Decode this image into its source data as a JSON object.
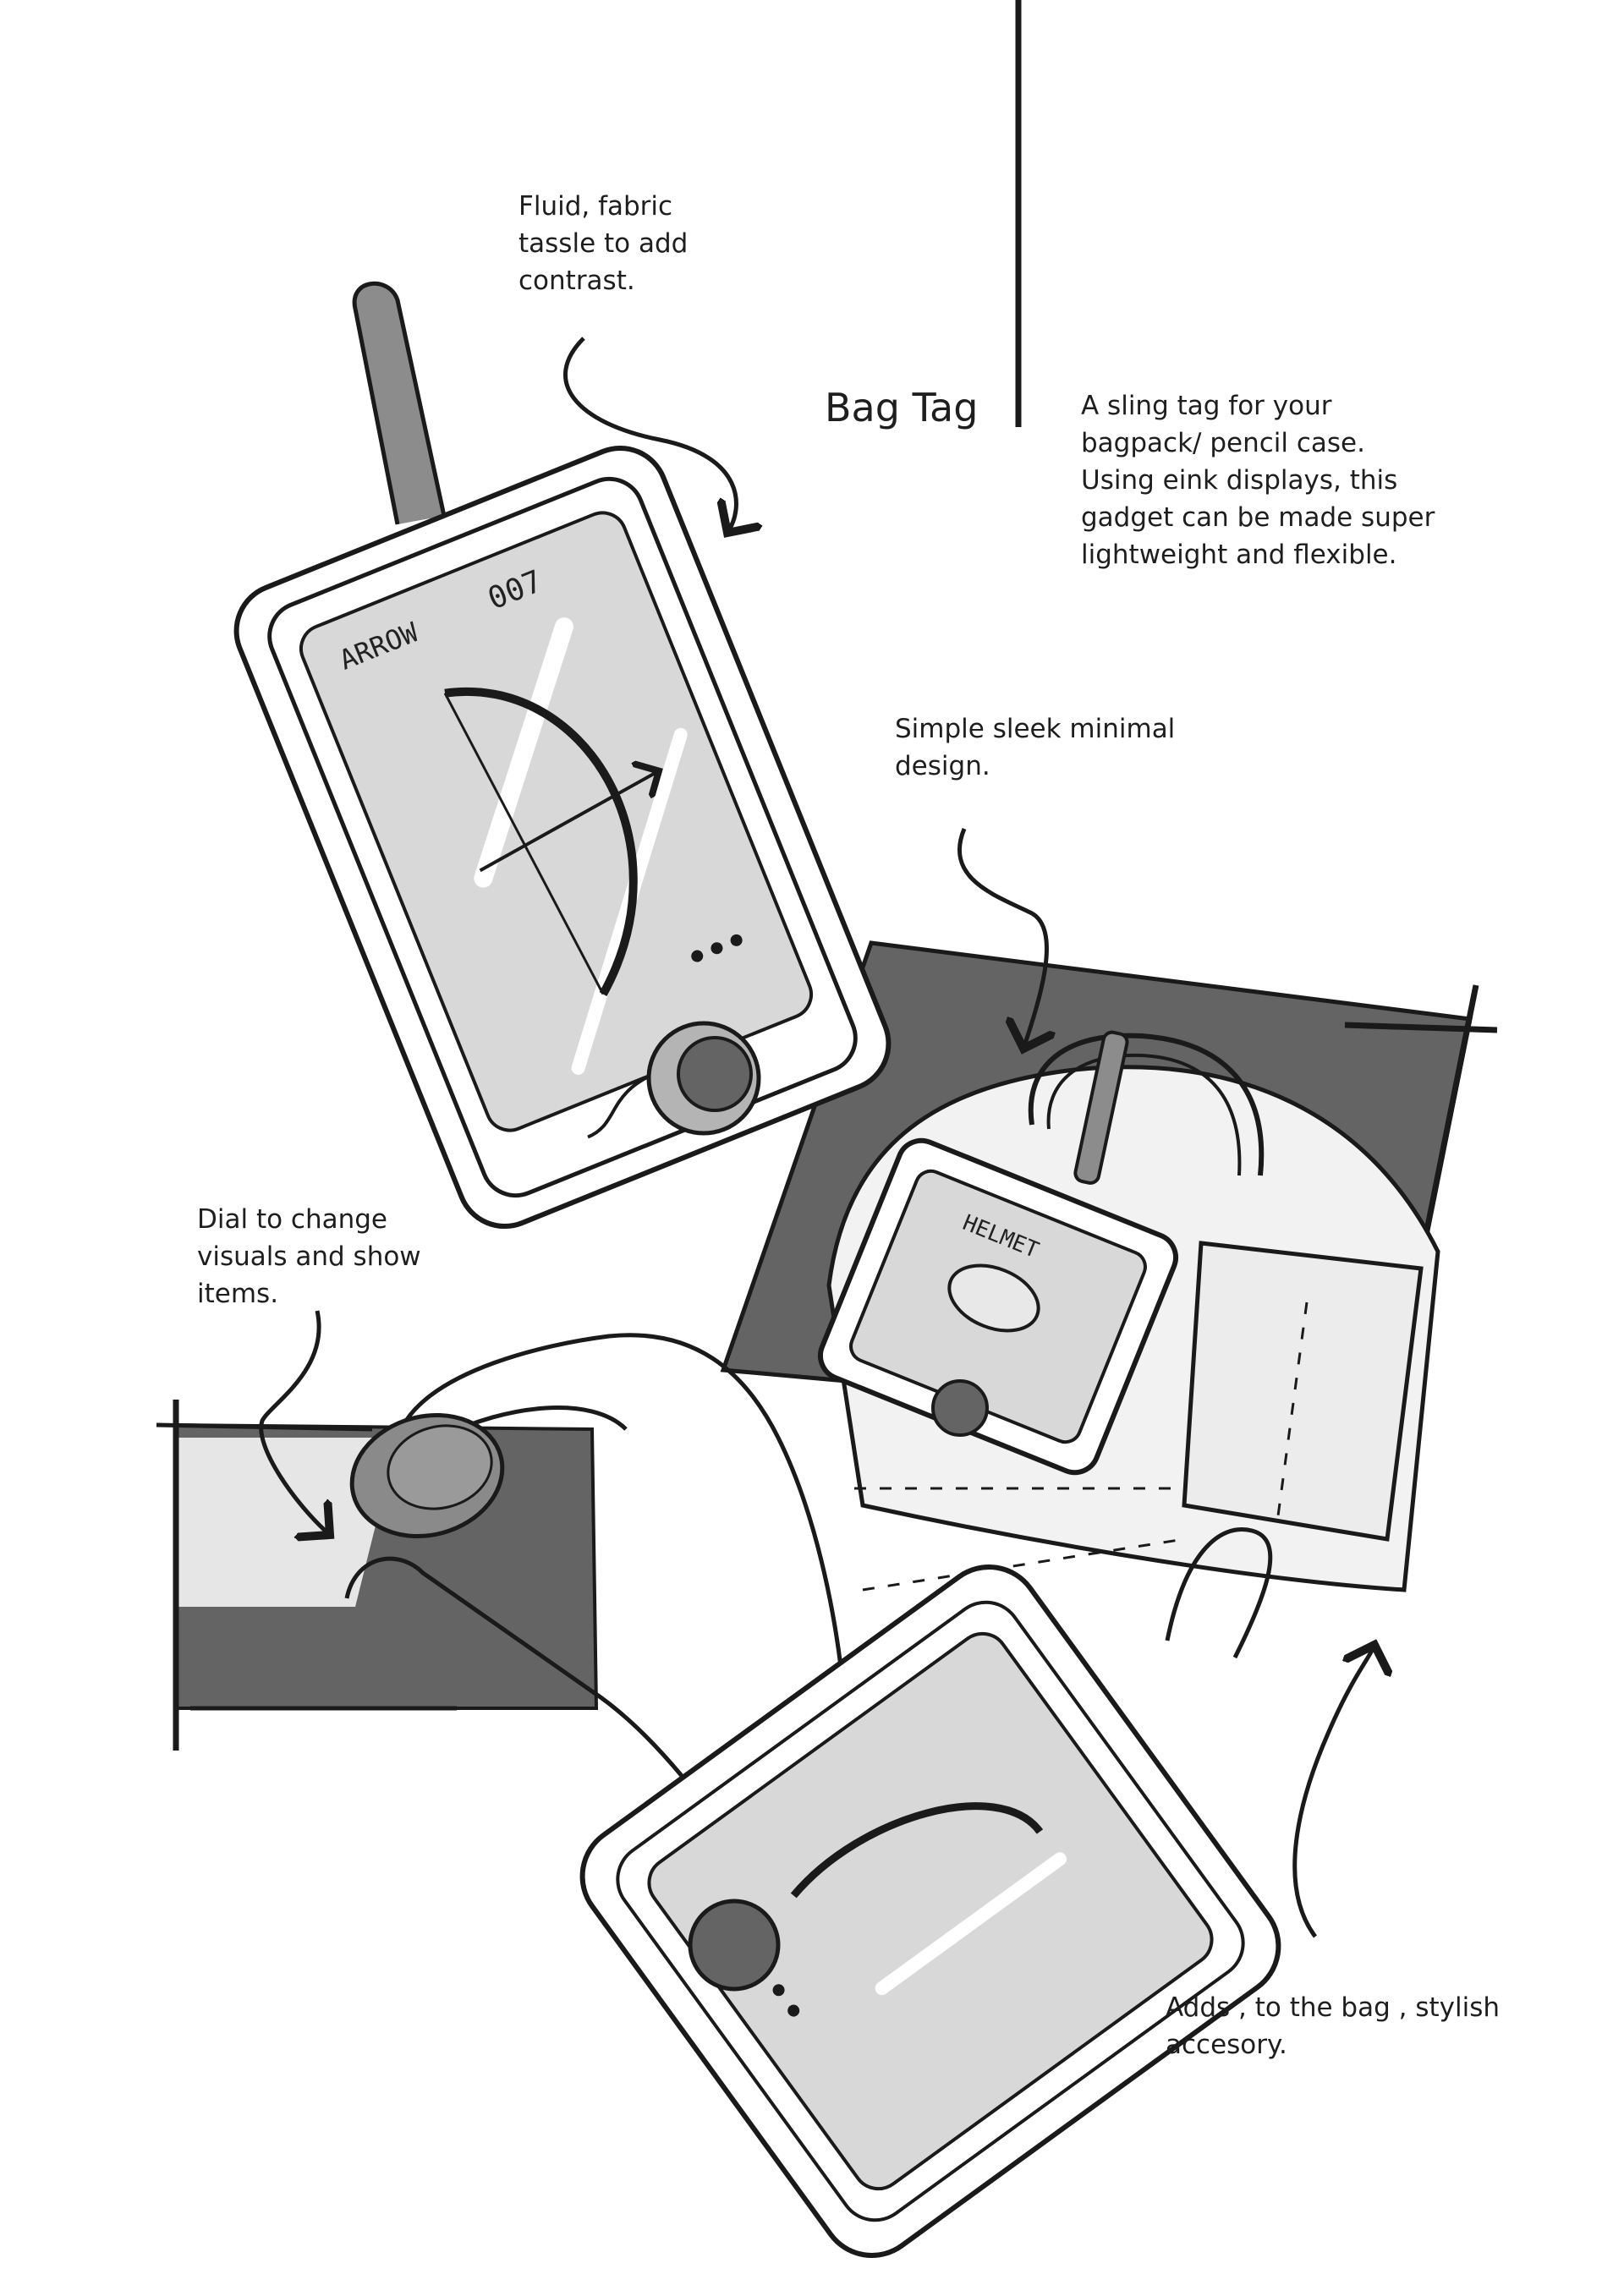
{
  "title": "Bag Tag",
  "description": "A sling tag for your\nbagpack/ pencil case.\nUsing eink displays, this\ngadget can be made super\nlightweight and flexible.",
  "annotations": {
    "tassle": "Fluid, fabric\ntassle to add\ncontrast.",
    "design": "Simple sleek minimal\ndesign.",
    "dial": "Dial to change\nvisuals and show\nitems.",
    "accessory": "Adds , to the bag , stylish\naccesory."
  },
  "screens": {
    "arrow_label": "ARROW",
    "arrow_number": "007",
    "helmet_label": "HELMET"
  },
  "colors": {
    "ink": "#1a1a1a",
    "dark_fill": "#646464",
    "screen_fill": "#d8d8d8",
    "dial_fill": "#8a8a8a",
    "strap_fill": "#8c8c8c",
    "paper": "#ffffff"
  }
}
